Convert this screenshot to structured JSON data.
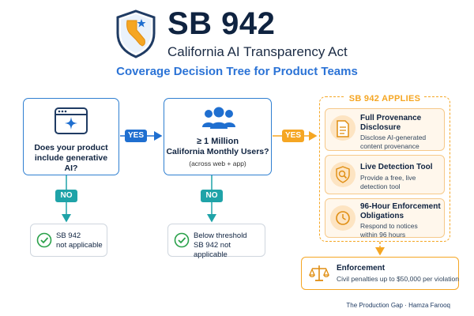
{
  "header": {
    "title": "SB 942",
    "subtitle": "California AI Transparency Act"
  },
  "section_title": "Coverage Decision Tree for Product Teams",
  "decision1": {
    "question": "Does your product include generative AI?",
    "yes_label": "YES",
    "no_label": "NO",
    "outcome_line1": "SB 942",
    "outcome_line2": "not applicable"
  },
  "decision2": {
    "question_line1": "≥ 1 Million",
    "question_line2": "California Monthly Users?",
    "note": "(across web + app)",
    "yes_label": "YES",
    "no_label": "NO",
    "outcome_line1": "Below threshold",
    "outcome_line2": "SB 942 not applicable"
  },
  "applies": {
    "header": "SB 942 APPLIES",
    "items": [
      {
        "icon": "document-icon",
        "title_line1": "Full Provenance",
        "title_line2": "Disclosure",
        "desc_line1": "Disclose AI-generated",
        "desc_line2": "content provenance"
      },
      {
        "icon": "magnifier-shield-icon",
        "title_line1": "Live Detection Tool",
        "title_line2": "",
        "desc_line1": "Provide a free, live",
        "desc_line2": "detection tool"
      },
      {
        "icon": "clock-icon",
        "title_line1": "96-Hour Enforcement",
        "title_line2": "Obligations",
        "desc_line1": "Respond to notices",
        "desc_line2": "within 96 hours"
      }
    ]
  },
  "enforcement": {
    "title": "Enforcement",
    "desc": "Civil penalties up to $50,000 per violation"
  },
  "footer": "The Production Gap · Hamza Farooq",
  "colors": {
    "navy": "#0f2340",
    "blue": "#2f7fd1",
    "orange": "#f5a623",
    "teal": "#1fa3a8",
    "green": "#2aa14a"
  }
}
